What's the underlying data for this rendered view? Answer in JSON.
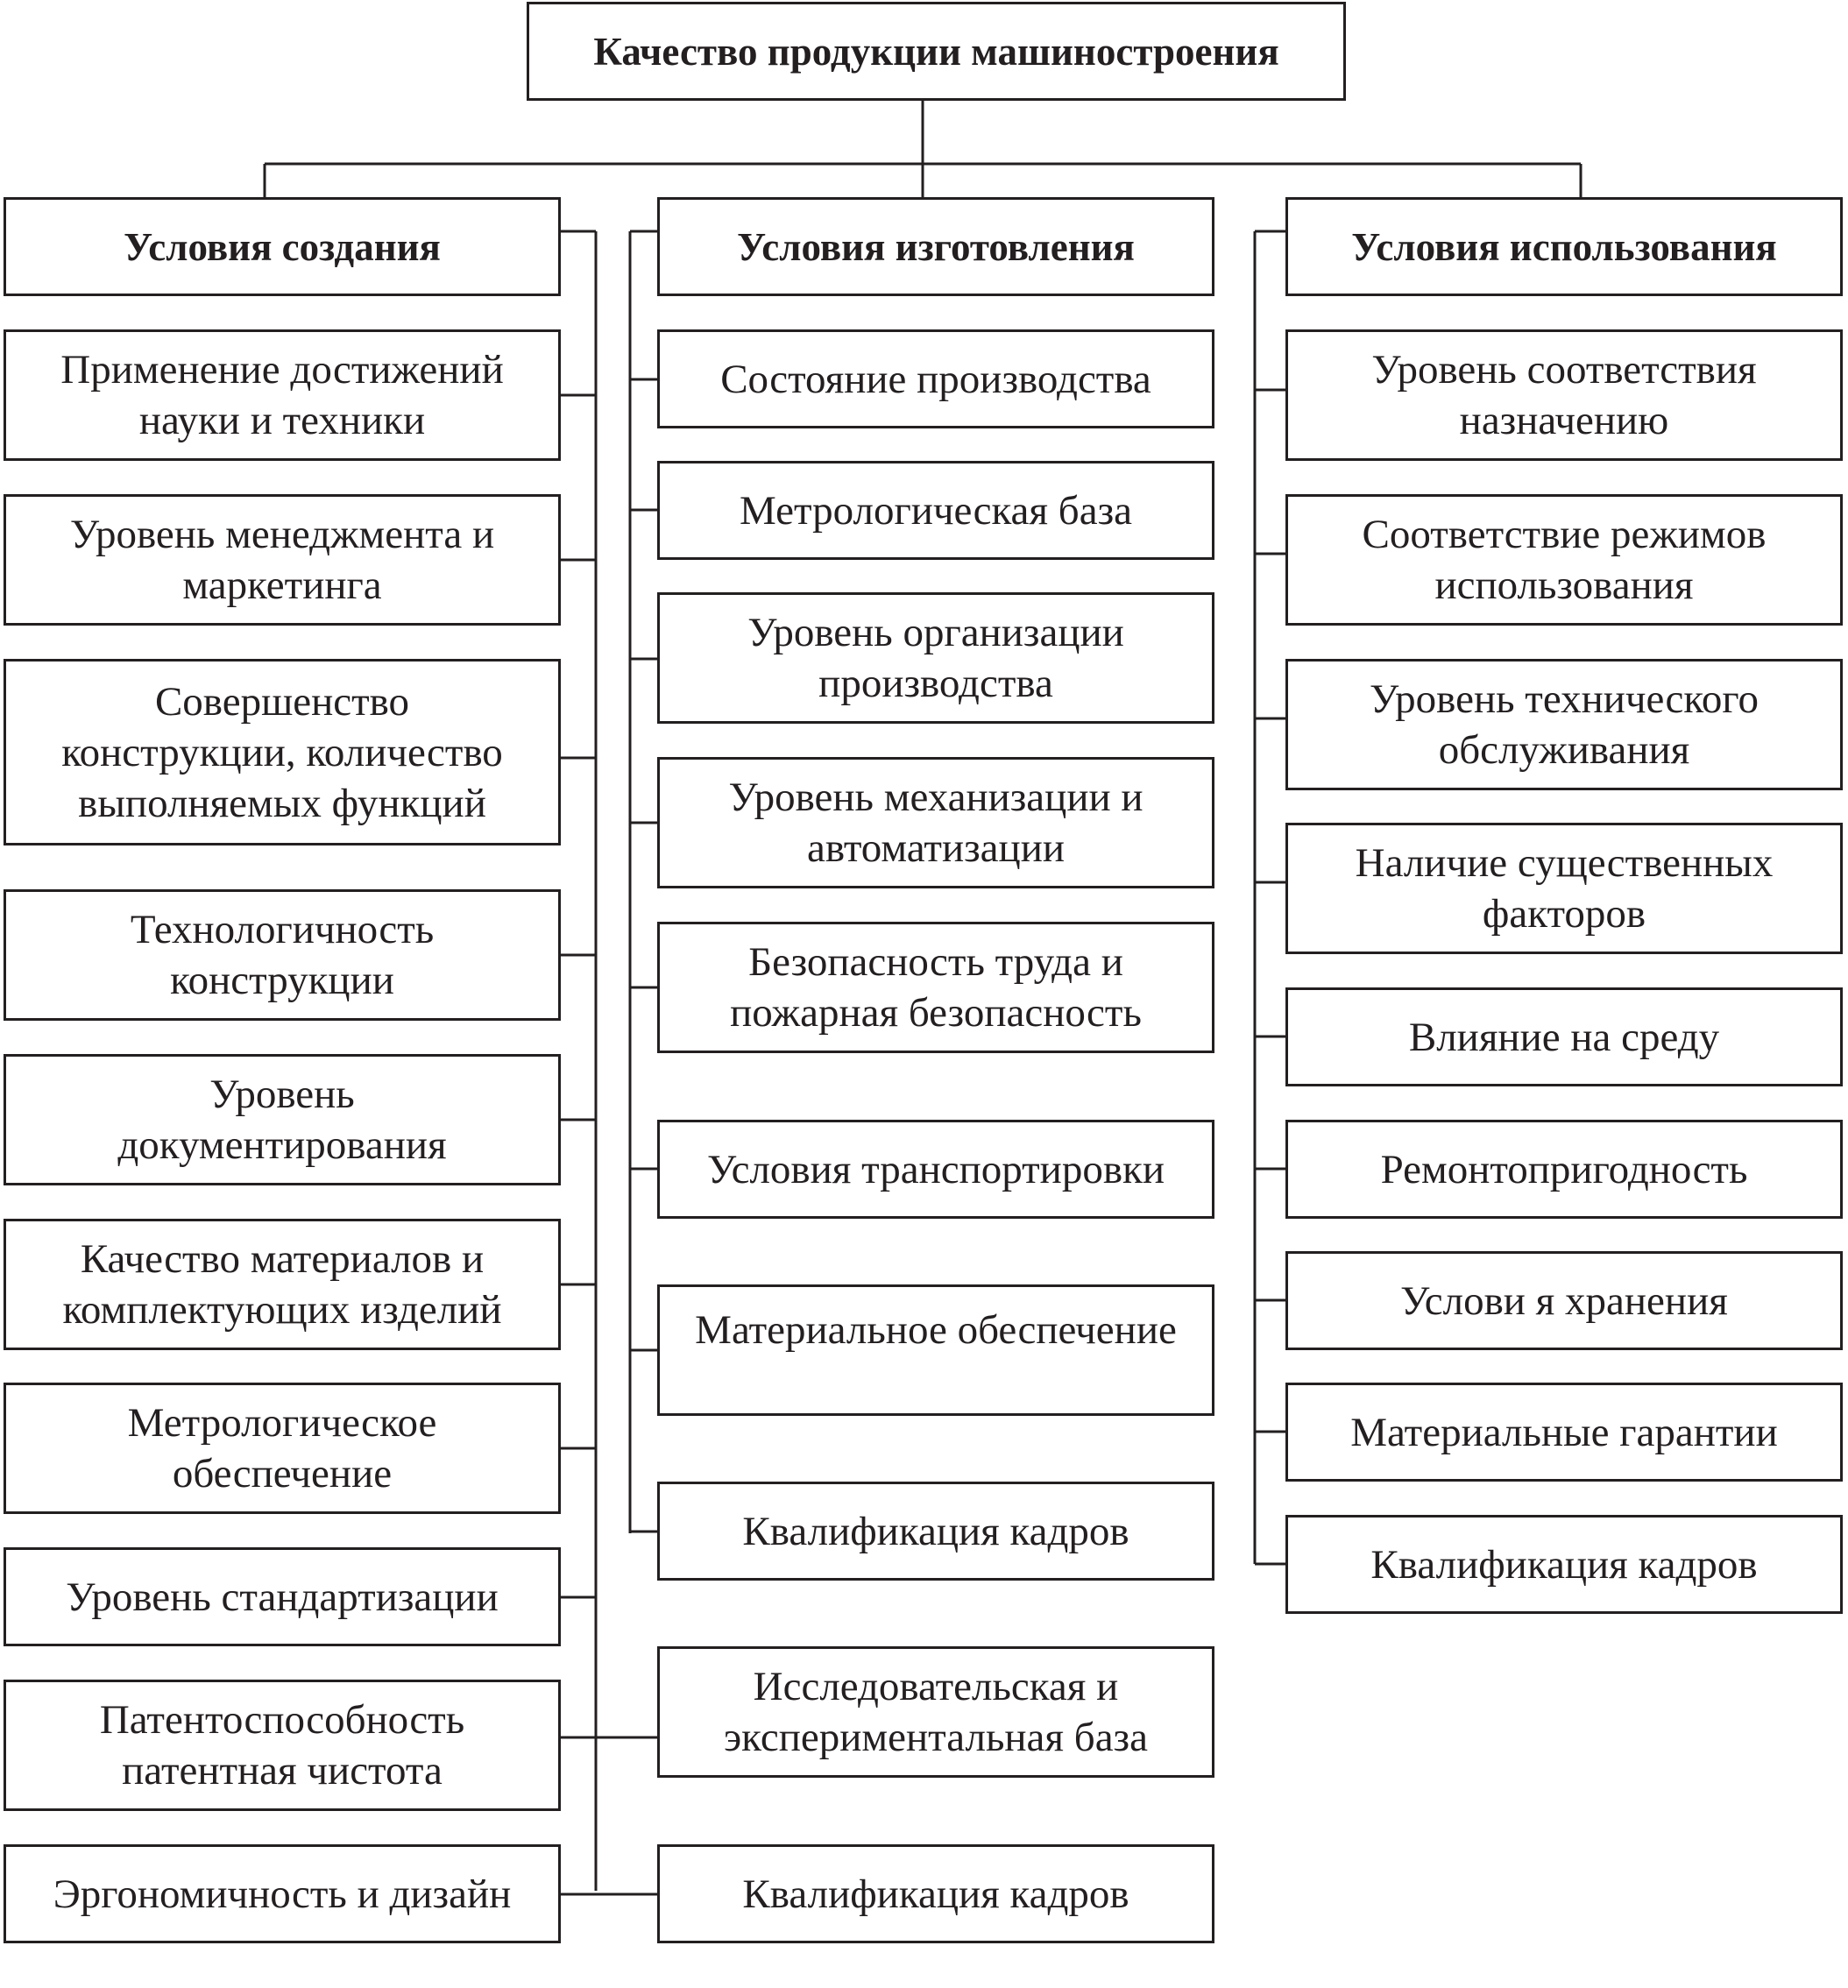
{
  "root": {
    "label": "Качество продукции машиностроения"
  },
  "columns": {
    "creation": {
      "header": "Условия создания",
      "items": [
        "Применение достижений\nнауки и техники",
        "Уровень менеджмента и\nмаркетинга",
        "Совершенство\nконструкции, количество\nвыполняемых функций",
        "Технологичность\nконструкции",
        "Уровень\nдокументирования",
        "Качество материалов и\nкомплектующих изделий",
        "Метрологическое\nобеспечение",
        "Уровень  стандартизации",
        "Патентоспособность\nпатентная чистота",
        "Эргономичность и дизайн"
      ]
    },
    "manufacture": {
      "header": "Условия изготовления",
      "items": [
        "Состояние производства",
        "Метрологическая база",
        "Уровень организации\nпроизводства",
        "Уровень механизации и\nавтоматизации",
        "Безопасность труда и\nпожарная безопасность",
        "Условия транспортировки",
        "Материальное  обеспечение",
        "Квалификация кадров"
      ]
    },
    "usage": {
      "header": "Условия использования",
      "items": [
        "Уровень соответствия\nназначению",
        "Соответствие режимов\nиспользования",
        "Уровень технического\nобслуживания",
        "Наличие существенных\nфакторов",
        "Влияние на среду",
        "Ремонтопригодность",
        "Услови я хранения",
        "Материальные гарантии",
        "Квалификация кадров"
      ]
    },
    "shared": {
      "items": [
        "Исследовательская и\nэкспериментальная база",
        "Квалификация кадров"
      ]
    }
  }
}
